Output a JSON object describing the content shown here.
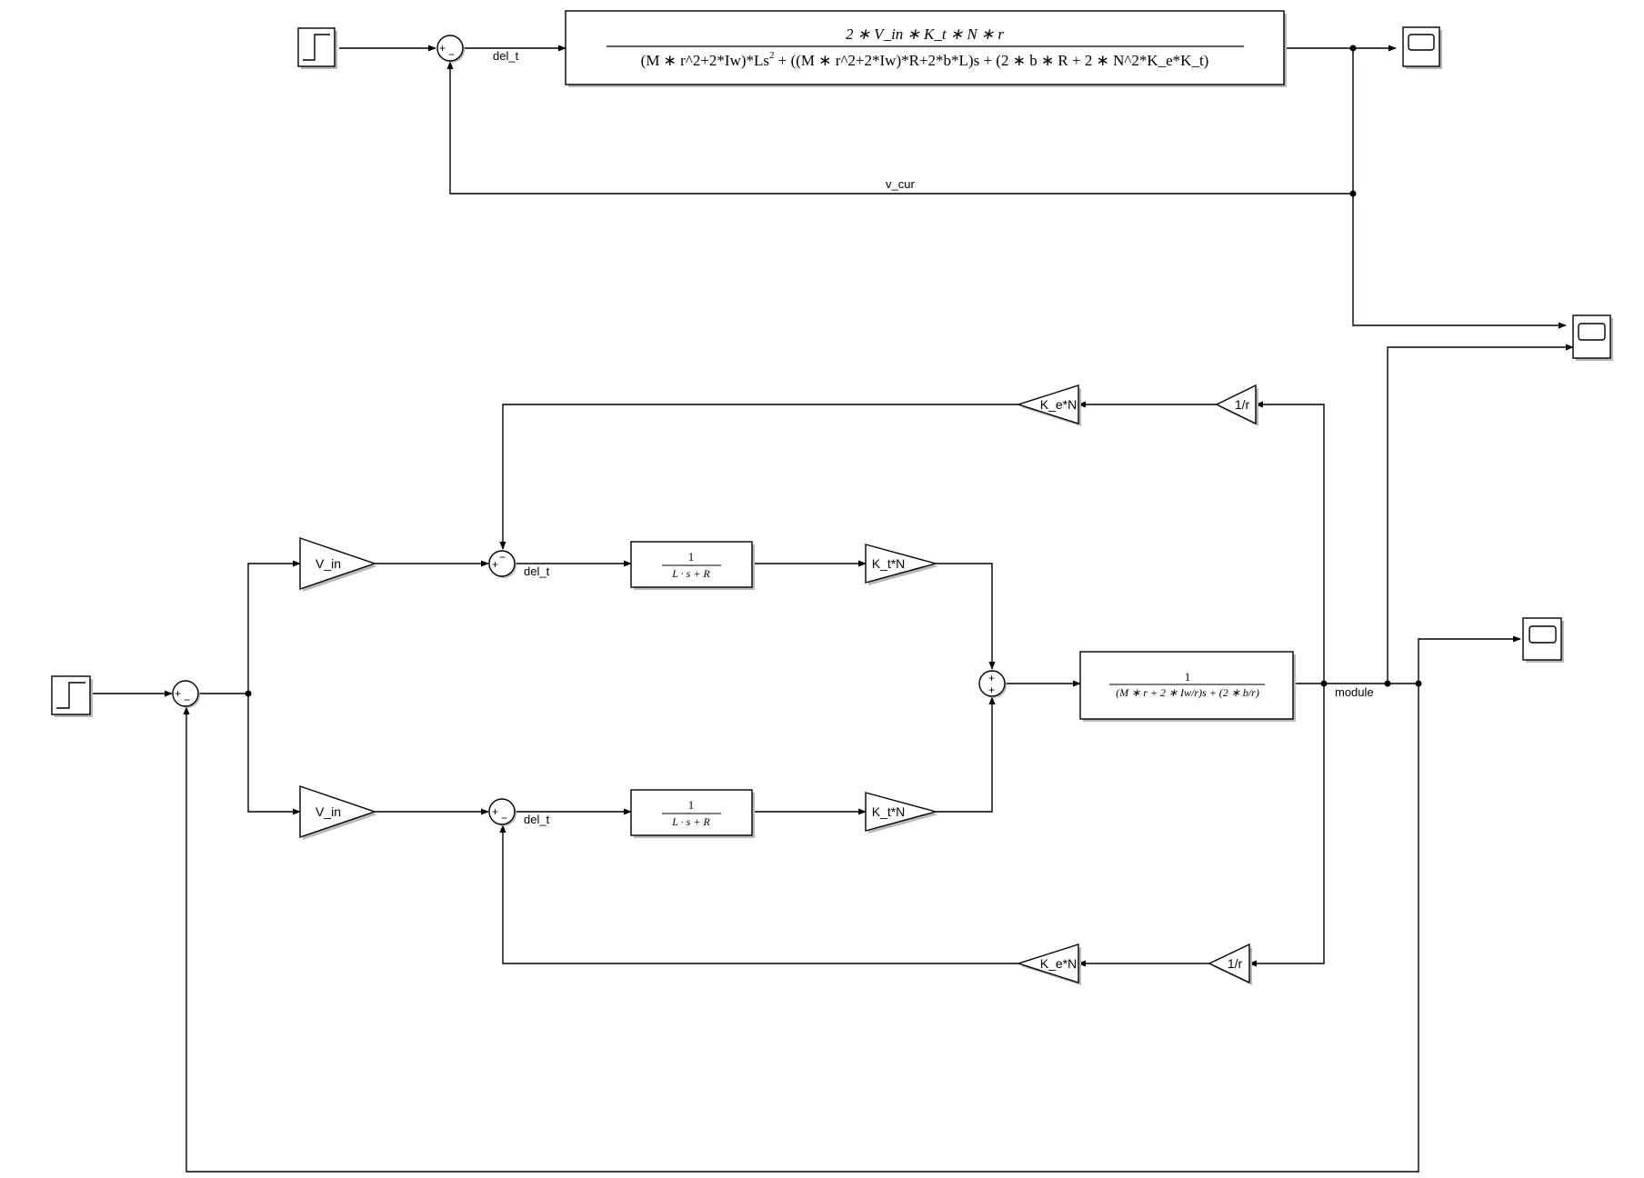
{
  "top_model": {
    "signal_del_t": "del_t",
    "signal_v_cur": "v_cur",
    "transfer_fn": {
      "numerator": "2 ∗ V_in ∗ K_t ∗ N ∗ r",
      "denominator_a": "(M ∗ r^2+2*Iw)*Ls",
      "denominator_exp": "2",
      "denominator_b": " + ((M ∗ r^2+2*Iw)*R+2*b*L)s + (2 ∗ b ∗ R + 2 ∗ N^2*K_e*K_t)"
    },
    "sum_signs": {
      "plus": "+",
      "minus": "−"
    }
  },
  "bottom_model": {
    "gain_v_in": "V_in",
    "gain_kt_n": "K_t*N",
    "gain_ke_n": "K_e*N",
    "gain_inv_r": "1/r",
    "signal_del_t": "del_t",
    "signal_module": "module",
    "electrical_tf": {
      "numerator": "1",
      "denominator": "L · s + R"
    },
    "mechanical_tf": {
      "numerator": "1",
      "denominator": "(M ∗ r + 2 ∗ Iw/r)s + (2 ∗ b/r)"
    },
    "sum_signs": {
      "plus": "+",
      "minus": "−"
    }
  }
}
